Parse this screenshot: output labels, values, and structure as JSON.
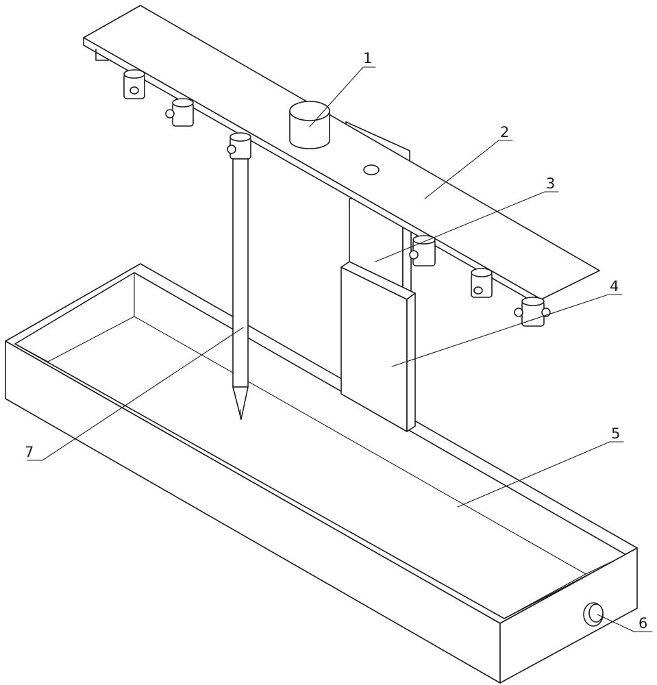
{
  "figure": {
    "labels": [
      {
        "id": "1",
        "text": "1"
      },
      {
        "id": "2",
        "text": "2"
      },
      {
        "id": "3",
        "text": "3"
      },
      {
        "id": "4",
        "text": "4"
      },
      {
        "id": "5",
        "text": "5"
      },
      {
        "id": "6",
        "text": "6"
      },
      {
        "id": "7",
        "text": "7"
      }
    ]
  },
  "colors": {
    "line": "#1a1a1a",
    "background": "#ffffff"
  }
}
